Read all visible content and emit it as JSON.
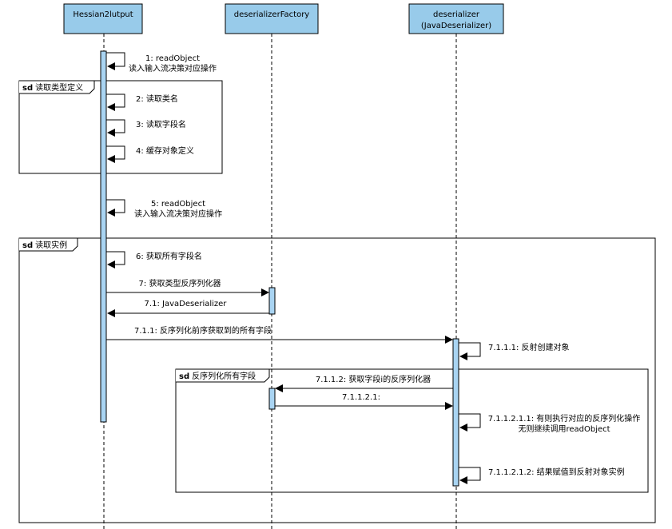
{
  "participants": [
    {
      "name": "Hessian2lutput"
    },
    {
      "name": "deserializerFactory"
    },
    {
      "name": "deserializer",
      "subtitle": "(JavaDeserializer)"
    }
  ],
  "frames": [
    {
      "keyword": "sd",
      "label": "读取类型定义"
    },
    {
      "keyword": "sd",
      "label": "读取实例"
    },
    {
      "keyword": "sd",
      "label": "反序列化所有字段"
    }
  ],
  "messages": [
    {
      "id": "m1",
      "line1": "1: readObject",
      "line2": "读入输入流决策对应操作"
    },
    {
      "id": "m2",
      "line1": "2: 读取类名"
    },
    {
      "id": "m3",
      "line1": "3: 读取字段名"
    },
    {
      "id": "m4",
      "line1": "4: 缓存对象定义"
    },
    {
      "id": "m5",
      "line1": "5: readObject",
      "line2": "读入输入流决策对应操作"
    },
    {
      "id": "m6",
      "line1": "6: 获取所有字段名"
    },
    {
      "id": "m7",
      "line1": "7: 获取类型反序列化器"
    },
    {
      "id": "m71",
      "line1": "7.1: JavaDeserializer"
    },
    {
      "id": "m711",
      "line1": "7.1.1: 反序列化前序获取到的所有字段"
    },
    {
      "id": "m7111",
      "line1": "7.1.1.1: 反射创建对象"
    },
    {
      "id": "m7112",
      "line1": "7.1.1.2: 获取字段i的反序列化器"
    },
    {
      "id": "m71121",
      "line1": "7.1.1.2.1:"
    },
    {
      "id": "m711211",
      "line1": "7.1.1.2.1.1: 有则执行对应的反序列化操作",
      "line2": "无则继续调用readObject"
    },
    {
      "id": "m711212",
      "line1": "7.1.1.2.1.2: 结果赋值到反射对象实例"
    }
  ],
  "colors": {
    "participant_fill": "#98cbea",
    "activation_fill": "#a9d4f2",
    "line": "#000000"
  }
}
